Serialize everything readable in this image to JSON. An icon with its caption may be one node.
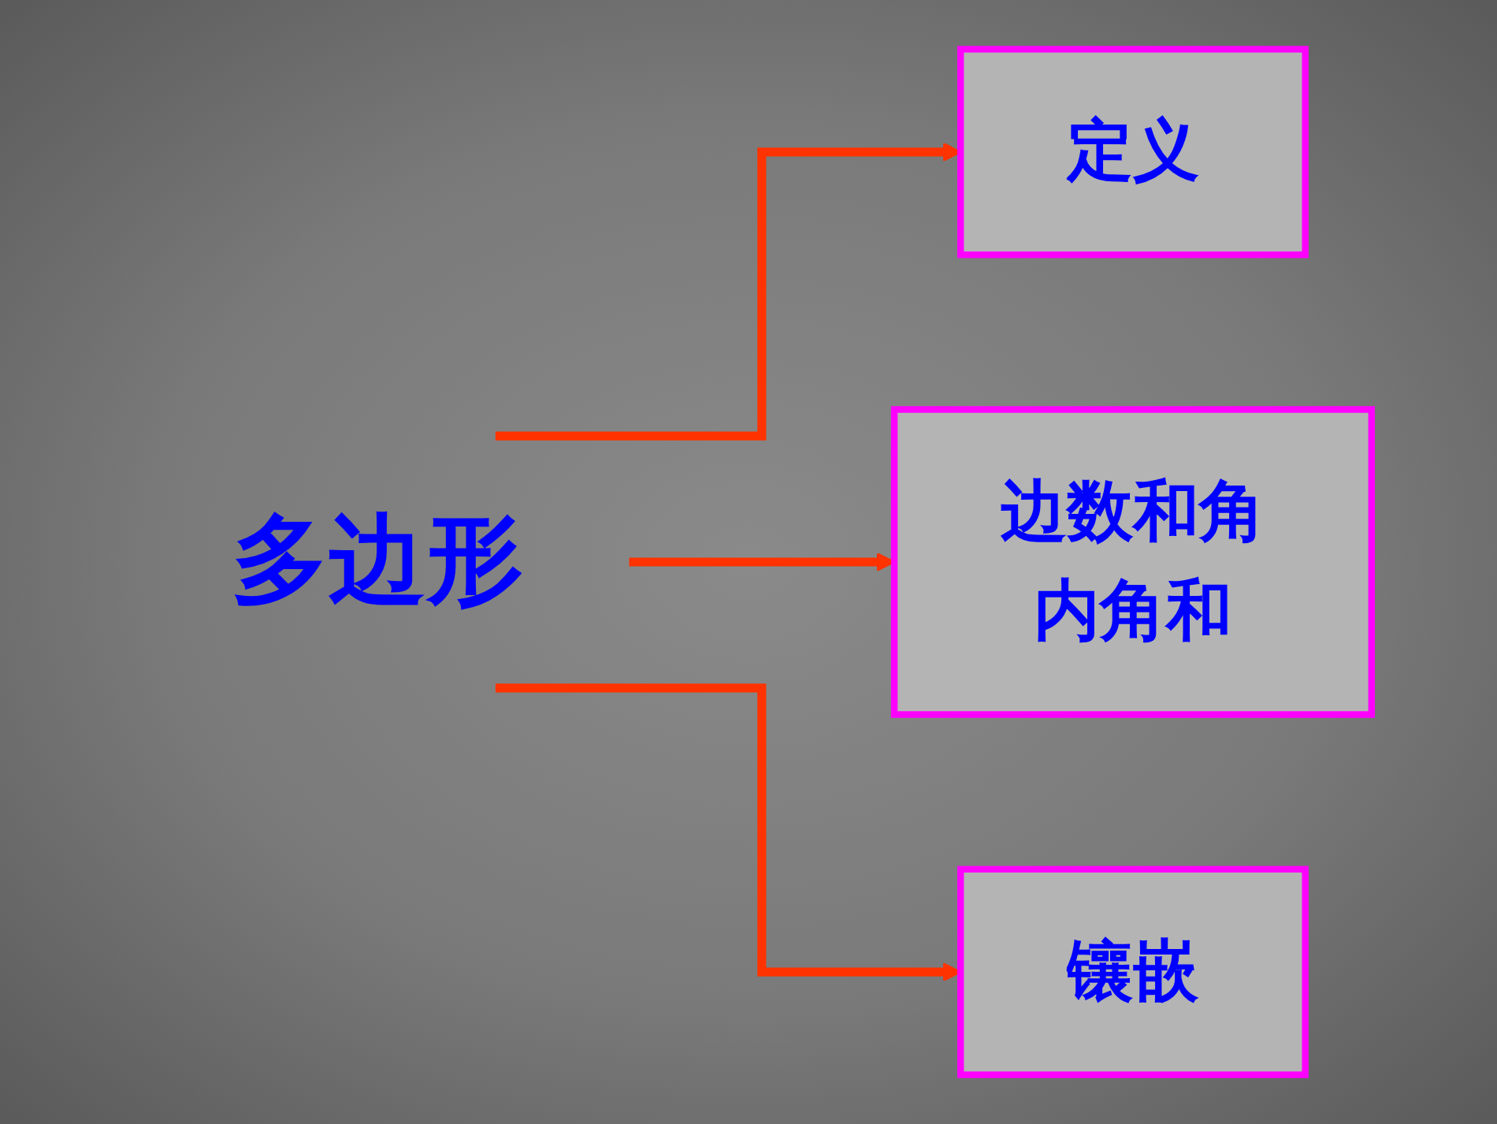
{
  "diagram": {
    "nodes": [
      {
        "text": [
          "多边形"
        ]
      },
      {
        "text": [
          "定义"
        ]
      },
      {
        "text": [
          "边数和角",
          "内角和"
        ]
      },
      {
        "text": [
          "镶嵌"
        ]
      }
    ],
    "edges": [
      {
        "from": 0,
        "to": 1,
        "arrow": "to"
      },
      {
        "from": 0,
        "to": 2,
        "arrow": "to"
      },
      {
        "from": 0,
        "to": 3,
        "arrow": "to"
      }
    ]
  }
}
